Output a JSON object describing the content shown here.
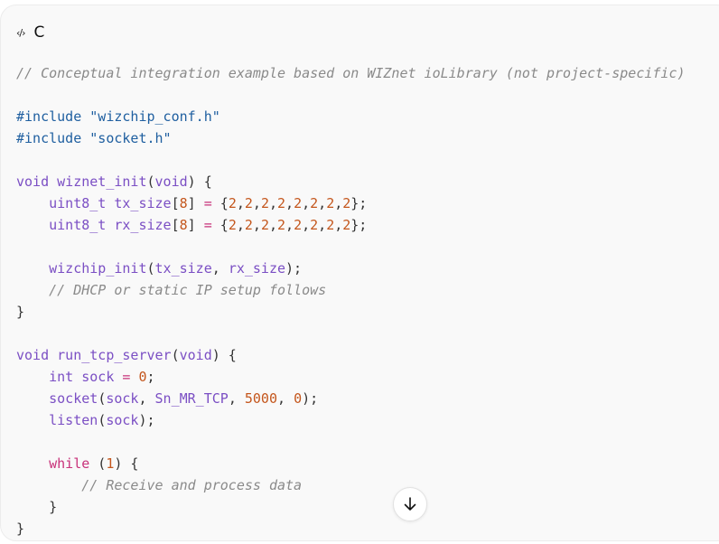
{
  "header": {
    "icon": "code-icon",
    "language": "C"
  },
  "scroll_button": {
    "icon": "arrow-down-icon"
  },
  "code_lines": [
    [
      [
        "// Conceptual integration example based on WIZnet ioLibrary (not project-specific)",
        "c"
      ]
    ],
    [],
    [
      [
        "#include \"wizchip_conf.h\"",
        "p"
      ]
    ],
    [
      [
        "#include \"socket.h\"",
        "p"
      ]
    ],
    [],
    [
      [
        "void wiznet_init",
        "f"
      ],
      [
        "(",
        "d"
      ],
      [
        "void",
        "f"
      ],
      [
        ") {",
        "d"
      ]
    ],
    [
      [
        "    uint8_t tx_size",
        "f"
      ],
      [
        "[",
        "d"
      ],
      [
        "8",
        "n"
      ],
      [
        "] ",
        "d"
      ],
      [
        "=",
        "o"
      ],
      [
        " {",
        "d"
      ],
      [
        "2",
        "n"
      ],
      [
        ",",
        "d"
      ],
      [
        "2",
        "n"
      ],
      [
        ",",
        "d"
      ],
      [
        "2",
        "n"
      ],
      [
        ",",
        "d"
      ],
      [
        "2",
        "n"
      ],
      [
        ",",
        "d"
      ],
      [
        "2",
        "n"
      ],
      [
        ",",
        "d"
      ],
      [
        "2",
        "n"
      ],
      [
        ",",
        "d"
      ],
      [
        "2",
        "n"
      ],
      [
        ",",
        "d"
      ],
      [
        "2",
        "n"
      ],
      [
        "};",
        "d"
      ]
    ],
    [
      [
        "    uint8_t rx_size",
        "f"
      ],
      [
        "[",
        "d"
      ],
      [
        "8",
        "n"
      ],
      [
        "] ",
        "d"
      ],
      [
        "=",
        "o"
      ],
      [
        " {",
        "d"
      ],
      [
        "2",
        "n"
      ],
      [
        ",",
        "d"
      ],
      [
        "2",
        "n"
      ],
      [
        ",",
        "d"
      ],
      [
        "2",
        "n"
      ],
      [
        ",",
        "d"
      ],
      [
        "2",
        "n"
      ],
      [
        ",",
        "d"
      ],
      [
        "2",
        "n"
      ],
      [
        ",",
        "d"
      ],
      [
        "2",
        "n"
      ],
      [
        ",",
        "d"
      ],
      [
        "2",
        "n"
      ],
      [
        ",",
        "d"
      ],
      [
        "2",
        "n"
      ],
      [
        "};",
        "d"
      ]
    ],
    [],
    [
      [
        "    wizchip_init",
        "f"
      ],
      [
        "(",
        "d"
      ],
      [
        "tx_size",
        "f"
      ],
      [
        ", ",
        "d"
      ],
      [
        "rx_size",
        "f"
      ],
      [
        ");",
        "d"
      ]
    ],
    [
      [
        "    // DHCP or static IP setup follows",
        "c"
      ]
    ],
    [
      [
        "}",
        "d"
      ]
    ],
    [],
    [
      [
        "void run_tcp_server",
        "f"
      ],
      [
        "(",
        "d"
      ],
      [
        "void",
        "f"
      ],
      [
        ") {",
        "d"
      ]
    ],
    [
      [
        "    int sock ",
        "f"
      ],
      [
        "=",
        "o"
      ],
      [
        " ",
        "d"
      ],
      [
        "0",
        "n"
      ],
      [
        ";",
        "d"
      ]
    ],
    [
      [
        "    socket",
        "f"
      ],
      [
        "(",
        "d"
      ],
      [
        "sock",
        "f"
      ],
      [
        ", ",
        "d"
      ],
      [
        "Sn_MR_TCP",
        "f"
      ],
      [
        ", ",
        "d"
      ],
      [
        "5000",
        "n"
      ],
      [
        ", ",
        "d"
      ],
      [
        "0",
        "n"
      ],
      [
        ");",
        "d"
      ]
    ],
    [
      [
        "    listen",
        "f"
      ],
      [
        "(",
        "d"
      ],
      [
        "sock",
        "f"
      ],
      [
        ");",
        "d"
      ]
    ],
    [],
    [
      [
        "    while",
        "k"
      ],
      [
        " (",
        "d"
      ],
      [
        "1",
        "n"
      ],
      [
        ") {",
        "d"
      ]
    ],
    [
      [
        "        // Receive and process data",
        "c"
      ]
    ],
    [
      [
        "    }",
        "d"
      ]
    ],
    [
      [
        "}",
        "d"
      ]
    ]
  ]
}
